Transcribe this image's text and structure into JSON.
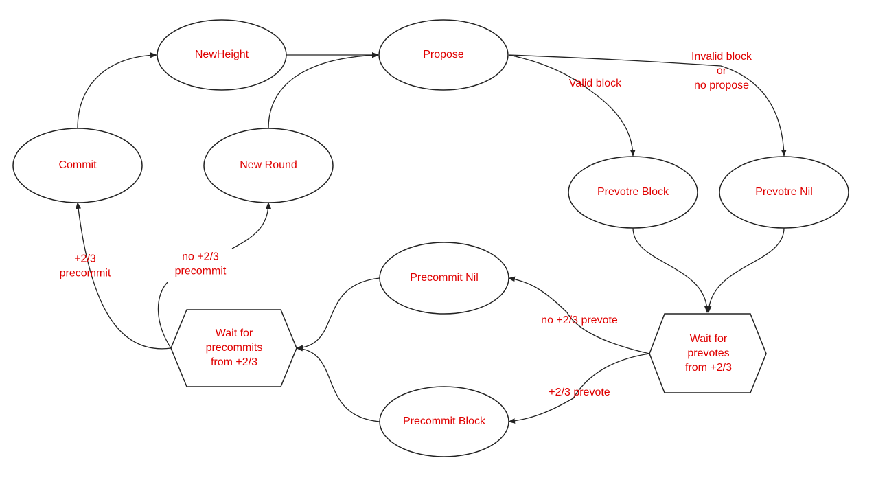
{
  "colors": {
    "text": "#e00000",
    "stroke": "#222222",
    "background": "#ffffff"
  },
  "nodes": {
    "new_height": {
      "lines": [
        "NewHeight"
      ]
    },
    "propose": {
      "lines": [
        "Propose"
      ]
    },
    "commit": {
      "lines": [
        "Commit"
      ]
    },
    "new_round": {
      "lines": [
        "New Round"
      ]
    },
    "prevote_block": {
      "lines": [
        "Prevotre Block"
      ]
    },
    "prevote_nil": {
      "lines": [
        "Prevotre Nil"
      ]
    },
    "precommit_nil": {
      "lines": [
        "Precommit Nil"
      ]
    },
    "precommit_block": {
      "lines": [
        "Precommit Block"
      ]
    },
    "wait_precommits": {
      "lines": [
        "Wait for",
        "precommits",
        "from +2/3"
      ]
    },
    "wait_prevotes": {
      "lines": [
        "Wait for",
        "prevotes",
        "from +2/3"
      ]
    }
  },
  "edge_labels": {
    "valid_block": [
      "Valid block"
    ],
    "invalid_block": [
      "Invalid block",
      "or",
      "no propose"
    ],
    "plus_precommit": [
      "+2/3",
      "precommit"
    ],
    "no_plus_precommit": [
      "no +2/3",
      "precommit"
    ],
    "no_plus_prevote": [
      "no +2/3 prevote"
    ],
    "plus_prevote": [
      "+2/3 prevote"
    ]
  }
}
